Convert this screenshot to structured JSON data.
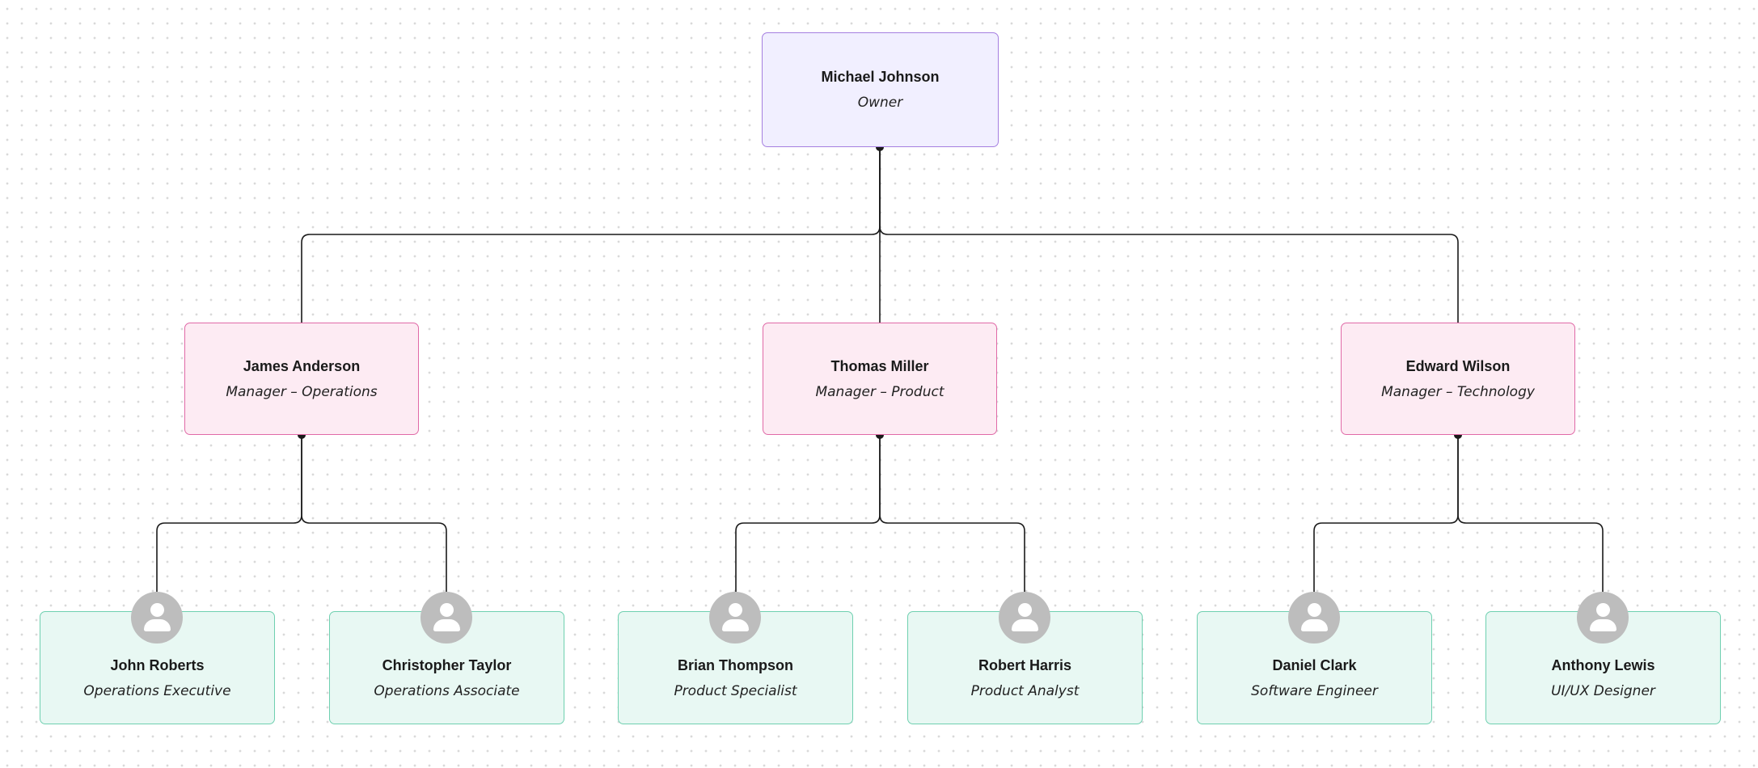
{
  "colors": {
    "owner_fill": "#f1efff",
    "owner_border": "#a57fe0",
    "manager_fill": "#fdebf3",
    "manager_border": "#e06aa7",
    "staff_fill": "#e8f8f3",
    "staff_border": "#6fd0b0",
    "connector": "#1a1a1a",
    "avatar": "#bdbdbd"
  },
  "org": {
    "owner": {
      "name": "Michael Johnson",
      "role": "Owner"
    },
    "managers": [
      {
        "name": "James Anderson",
        "role": "Manager – Operations"
      },
      {
        "name": "Thomas Miller",
        "role": "Manager – Product"
      },
      {
        "name": "Edward Wilson",
        "role": "Manager – Technology"
      }
    ],
    "staff": [
      {
        "name": "John Roberts",
        "role": "Operations Executive",
        "reports_to": 0,
        "icon": "user-avatar-icon"
      },
      {
        "name": "Christopher Taylor",
        "role": "Operations Associate",
        "reports_to": 0,
        "icon": "user-avatar-icon"
      },
      {
        "name": "Brian Thompson",
        "role": "Product Specialist",
        "reports_to": 1,
        "icon": "user-avatar-icon"
      },
      {
        "name": "Robert Harris",
        "role": "Product Analyst",
        "reports_to": 1,
        "icon": "user-avatar-icon"
      },
      {
        "name": "Daniel Clark",
        "role": "Software Engineer",
        "reports_to": 2,
        "icon": "user-avatar-icon"
      },
      {
        "name": "Anthony Lewis",
        "role": "UI/UX Designer",
        "reports_to": 2,
        "icon": "user-avatar-icon"
      }
    ]
  }
}
